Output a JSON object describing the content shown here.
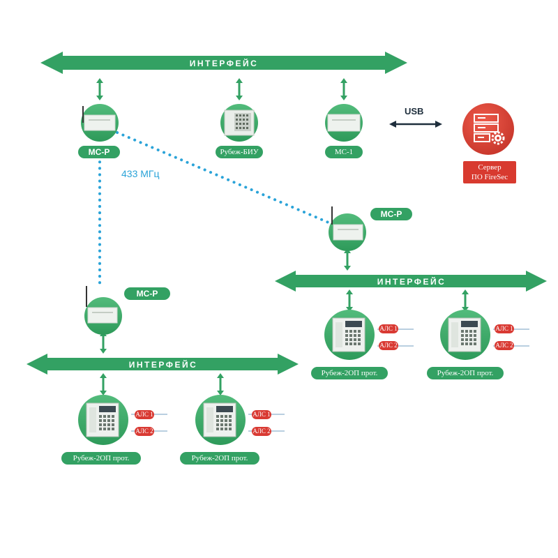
{
  "buses": {
    "interface_label": "ИНТЕРФЕЙС"
  },
  "devices": {
    "mcp_top": "МС-Р",
    "biu": "Рубеж-БИУ",
    "mc1": "МС-1",
    "mcp_right": "МС-Р",
    "mcp_left": "МС-Р",
    "panel_label": "Рубеж-2ОП прот."
  },
  "links": {
    "usb_label": "USB",
    "radio_label": "433 МГц"
  },
  "server": {
    "line1": "Сервер",
    "line2": "ПО FireSec"
  },
  "als": {
    "line1": "АЛС 1",
    "line2": "АЛС 2"
  },
  "colors": {
    "green": "#33a163",
    "circle": "#3fae6c",
    "red": "#d93a33",
    "radio": "#2aa3d8",
    "dark": "#1e2e3c"
  }
}
